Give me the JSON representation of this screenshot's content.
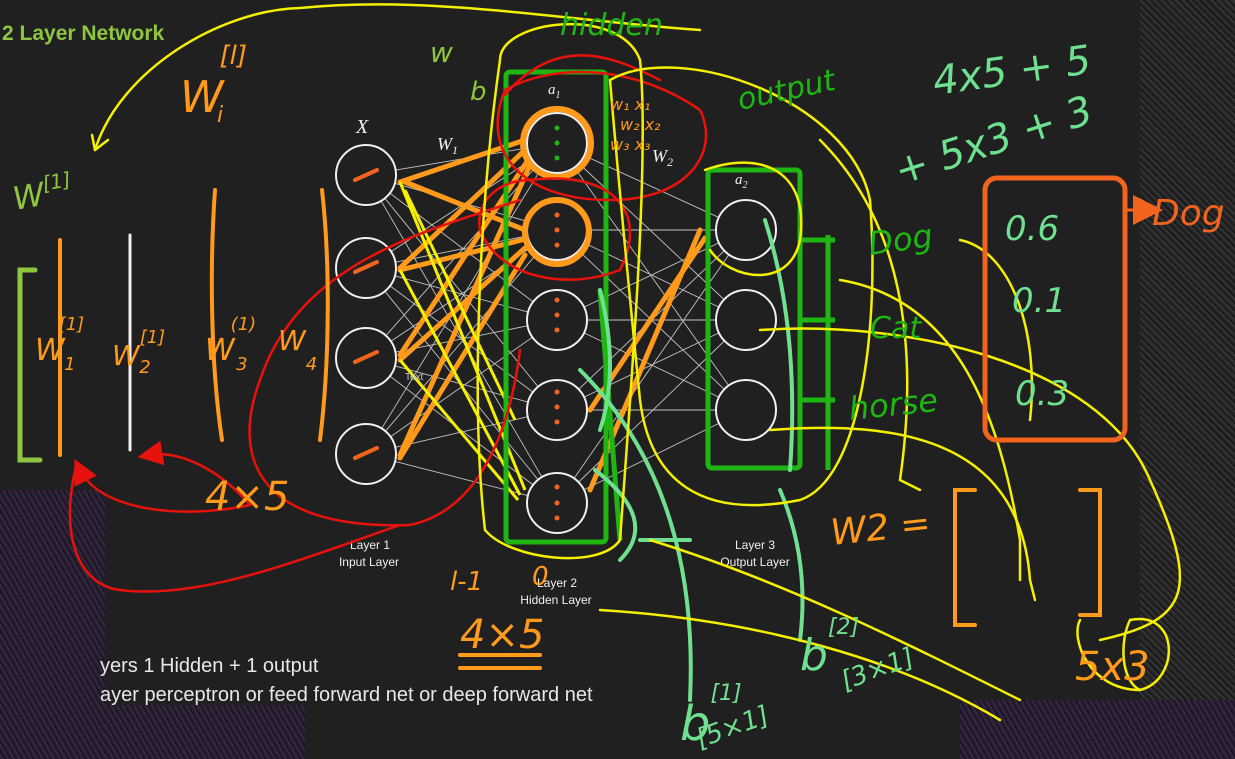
{
  "slide": {
    "title": "2 Layer Network",
    "bullet1": "yers 1 Hidden + 1 output",
    "bullet2": "ayer perceptron or feed forward net or deep forward net"
  },
  "diagram": {
    "input_label": "X",
    "w1_label": "W",
    "w1_sub": "1",
    "w2_label": "W",
    "w2_sub": "2",
    "a1_label": "a",
    "a1_sub": "1",
    "a2_label": "a",
    "a2_sub": "2",
    "text_tag": "Text",
    "layer1_name": "Layer 1",
    "layer1_desc": "Input Layer",
    "layer2_name": "Layer 2",
    "layer2_desc": "Hidden Layer",
    "layer3_name": "Layer 3",
    "layer3_desc": "Output Layer"
  },
  "annotations": {
    "hidden": "hidden",
    "output": "output",
    "w_top": "w",
    "b_top": "b",
    "w_l_i": "W",
    "w_l_i_sup": "[l]",
    "w_l_i_sub": "i",
    "w_bracket_1": "W",
    "w_bracket_1_sup": "[1]",
    "w_col1": "W",
    "w_col1_sup": "[1]",
    "w_col1_sub": "1",
    "w_col2": "W",
    "w_col2_sup": "[1]",
    "w_col2_sub": "2",
    "w_col3": "W",
    "w_col3_sup": "(1)",
    "w_col3_sub": "3",
    "w_col4": "W",
    "w_col4_sub": "4",
    "size_4x5_left": "4×5",
    "size_4x5_mid": "4×5",
    "l_minus_1": "l-1",
    "zero": "0",
    "b1": "b",
    "b1_sup": "[1]",
    "b1_size": "[5×1]",
    "b2": "b",
    "b2_sup": "[2]",
    "b2_size": "[3×1]",
    "eq_line1": "4x5 + 5",
    "eq_line2": "+ 5x3 + 3",
    "prob_1": "0.6",
    "prob_2": "0.1",
    "prob_3": "0.3",
    "arrow_dog": "Dog",
    "class_dog": "Dog",
    "class_cat": "Cat",
    "class_horse": "horse",
    "w2_eq": "W2 =",
    "size_5x3": "5x3",
    "w_top_xs": [
      "w₁ x₁",
      "w₂ x₂",
      "w₃ x₃"
    ]
  },
  "colors": {
    "background": "#202020",
    "title_green": "#8ec63f",
    "ink_orange": "#ff9a1a",
    "ink_red": "#e8120c",
    "ink_yellow": "#f5f000",
    "ink_green": "#1fb512",
    "ink_lightgreen": "#6fe08f",
    "ink_lime": "#8ec63f",
    "ink_darkorange": "#f2641e",
    "neuron_white": "#f0f0f0"
  }
}
